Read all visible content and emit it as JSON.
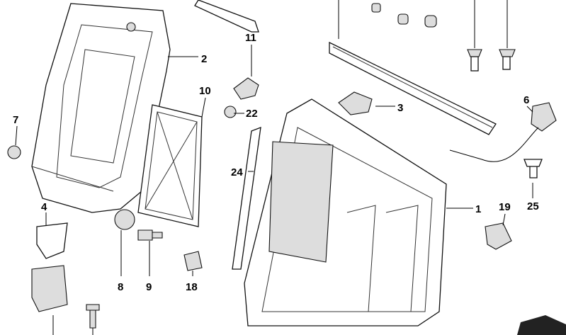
{
  "diagram": {
    "title": "Rear seat backrest frame parts",
    "callouts": [
      "1",
      "2",
      "3",
      "4",
      "6",
      "7",
      "8",
      "9",
      "10",
      "11",
      "18",
      "19",
      "22",
      "24",
      "25"
    ]
  }
}
